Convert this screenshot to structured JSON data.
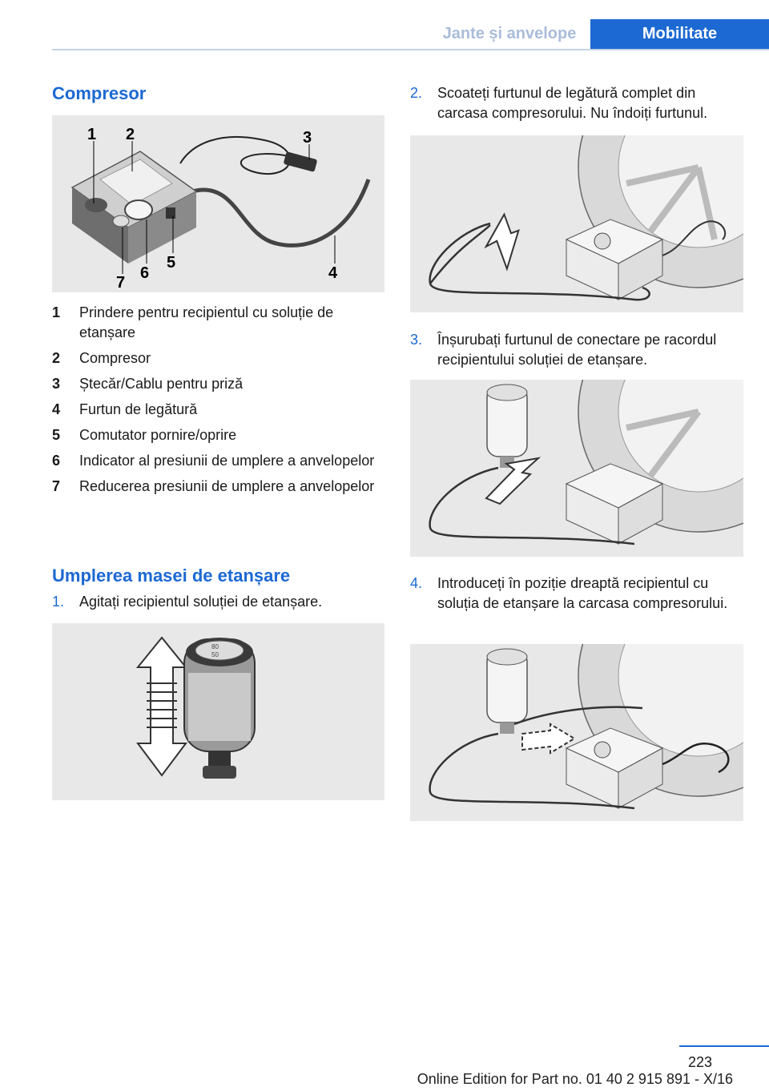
{
  "header": {
    "section_tab": "Jante și anvelope",
    "chapter_tab": "Mobilitate"
  },
  "compressor": {
    "heading": "Compresor",
    "callouts": [
      "1",
      "2",
      "3",
      "4",
      "5",
      "6",
      "7"
    ],
    "legend": [
      {
        "num": "1",
        "text": "Prindere pentru recipientul cu soluție de etanșare"
      },
      {
        "num": "2",
        "text": "Compresor"
      },
      {
        "num": "3",
        "text": "Ștecăr/Cablu pentru priză"
      },
      {
        "num": "4",
        "text": "Furtun de legătură"
      },
      {
        "num": "5",
        "text": "Comutator pornire/oprire"
      },
      {
        "num": "6",
        "text": "Indicator al presiunii de umplere a anvelo­pelor"
      },
      {
        "num": "7",
        "text": "Reducerea presiunii de umplere a anvelo­pelor"
      }
    ]
  },
  "sealant": {
    "heading": "Umplerea masei de etanșare",
    "bottle_label_top": "80",
    "bottle_label_bottom": "50",
    "steps": [
      {
        "num": "1.",
        "text": "Agitați recipientul soluției de etanșare."
      },
      {
        "num": "2.",
        "text": "Scoateți furtunul de legătură complet din carcasa compresorului. Nu îndoiți furtunul."
      },
      {
        "num": "3.",
        "text": "Înșurubați furtunul de conectare pe racor­dul recipientului soluției de etanșare."
      },
      {
        "num": "4.",
        "text": "Introduceți în poziție dreaptă recipientul cu soluția de etanșare la carcasa compresoru­lui."
      }
    ]
  },
  "footer": {
    "page_number": "223",
    "edition": "Online Edition for Part no. 01 40 2 915 891 - X/16"
  },
  "colors": {
    "accent": "#1c69d3",
    "tab_inactive_text": "#a9bcd9",
    "figure_bg": "#e8e8e8"
  }
}
